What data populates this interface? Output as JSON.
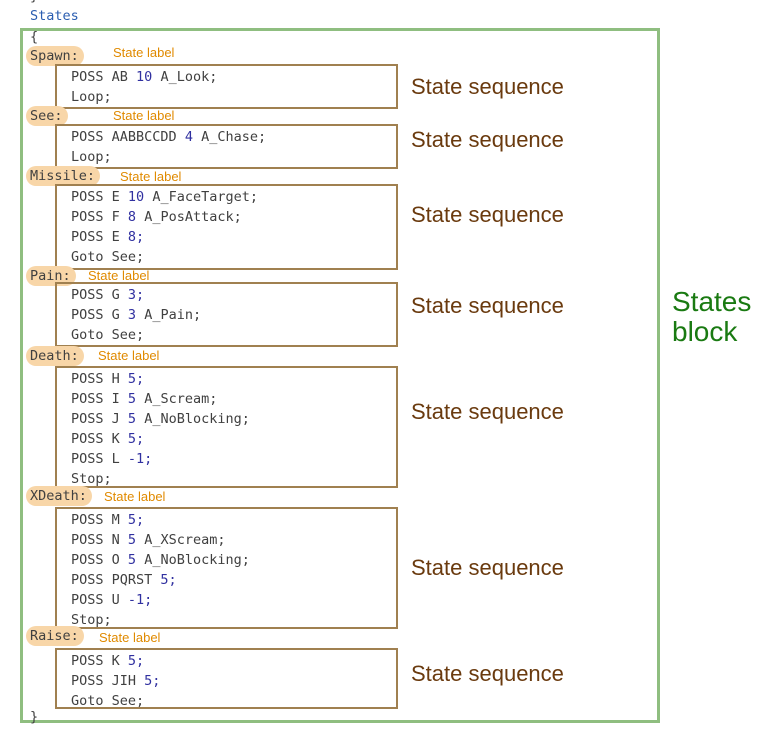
{
  "header_keyword": "States",
  "open_brace": "{",
  "close_brace": "}",
  "state_tag_text": "State label",
  "sequence_caption": "State sequence",
  "block_caption_line1": "States",
  "block_caption_line2": "block",
  "states": [
    {
      "label": "Spawn:",
      "lines": [
        {
          "sprite": "POSS AB",
          "tics": "10",
          "action": "A_Look;"
        },
        {
          "sprite": "Loop;",
          "tics": "",
          "action": ""
        }
      ]
    },
    {
      "label": "See:",
      "lines": [
        {
          "sprite": "POSS AABBCCDD",
          "tics": "4",
          "action": "A_Chase;"
        },
        {
          "sprite": "Loop;",
          "tics": "",
          "action": ""
        }
      ]
    },
    {
      "label": "Missile:",
      "lines": [
        {
          "sprite": "POSS E",
          "tics": "10",
          "action": "A_FaceTarget;"
        },
        {
          "sprite": "POSS F",
          "tics": "8",
          "action": "A_PosAttack;"
        },
        {
          "sprite": "POSS E",
          "tics": "8;",
          "action": ""
        },
        {
          "sprite": "Goto See;",
          "tics": "",
          "action": ""
        }
      ]
    },
    {
      "label": "Pain:",
      "lines": [
        {
          "sprite": "POSS G",
          "tics": "3;",
          "action": ""
        },
        {
          "sprite": "POSS G",
          "tics": "3",
          "action": "A_Pain;"
        },
        {
          "sprite": "Goto See;",
          "tics": "",
          "action": ""
        }
      ]
    },
    {
      "label": "Death:",
      "lines": [
        {
          "sprite": "POSS H",
          "tics": "5;",
          "action": ""
        },
        {
          "sprite": "POSS I",
          "tics": "5",
          "action": "A_Scream;"
        },
        {
          "sprite": "POSS J",
          "tics": "5",
          "action": "A_NoBlocking;"
        },
        {
          "sprite": "POSS K",
          "tics": "5;",
          "action": ""
        },
        {
          "sprite": "POSS L",
          "tics": "-1;",
          "action": ""
        },
        {
          "sprite": "Stop;",
          "tics": "",
          "action": ""
        }
      ]
    },
    {
      "label": "XDeath:",
      "lines": [
        {
          "sprite": "POSS M",
          "tics": "5;",
          "action": ""
        },
        {
          "sprite": "POSS N",
          "tics": "5",
          "action": "A_XScream;"
        },
        {
          "sprite": "POSS O",
          "tics": "5",
          "action": "A_NoBlocking;"
        },
        {
          "sprite": "POSS PQRST",
          "tics": "5;",
          "action": ""
        },
        {
          "sprite": "POSS U",
          "tics": "-1;",
          "action": ""
        },
        {
          "sprite": "Stop;",
          "tics": "",
          "action": ""
        }
      ]
    },
    {
      "label": "Raise:",
      "lines": [
        {
          "sprite": "POSS K",
          "tics": "5;",
          "action": ""
        },
        {
          "sprite": "POSS JIH",
          "tics": "5;",
          "action": ""
        },
        {
          "sprite": "Goto See;",
          "tics": "",
          "action": ""
        }
      ]
    }
  ]
}
